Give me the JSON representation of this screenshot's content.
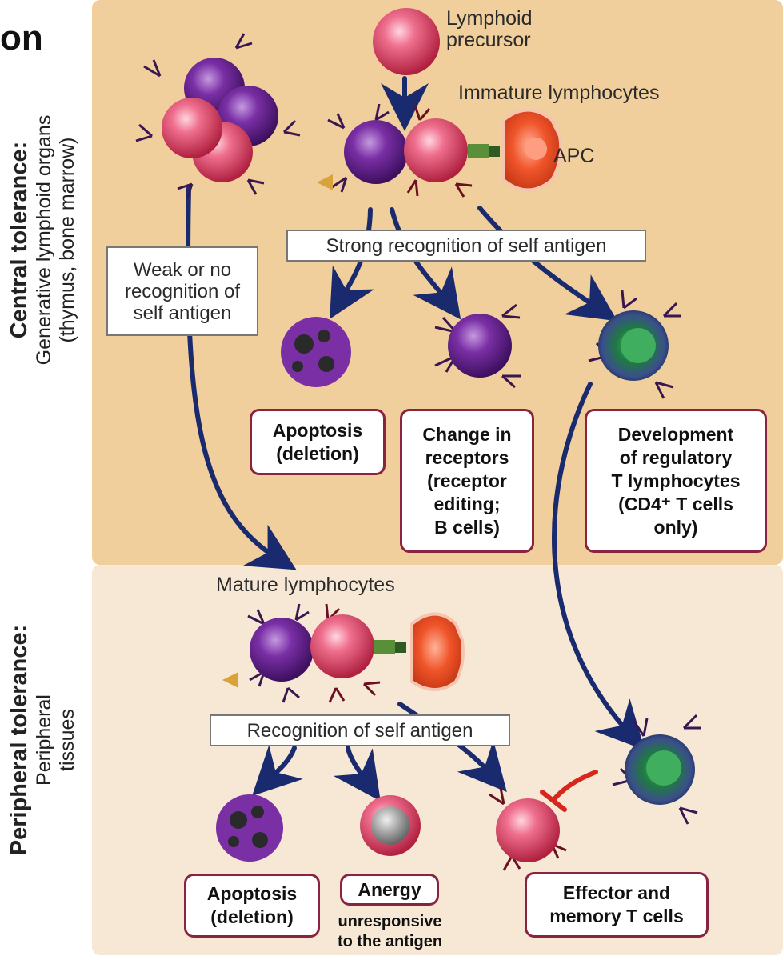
{
  "title_fragment": "on",
  "sections": {
    "central": {
      "heading": "Central tolerance:",
      "sub1": "Generative lymphoid organs",
      "sub2": "(thymus, bone marrow)"
    },
    "peripheral": {
      "heading": "Peripheral tolerance:",
      "sub1": "Peripheral",
      "sub2": "tissues"
    }
  },
  "labels": {
    "lymphoid_precursor": "Lymphoid\nprecursor",
    "immature_lymphocytes": "Immature lymphocytes",
    "apc": "APC",
    "strong_recognition": "Strong recognition of self antigen",
    "weak_recognition": "Weak or no\nrecognition of\nself antigen",
    "mature_lymphocytes": "Mature lymphocytes",
    "recognition": "Recognition of self antigen",
    "unresponsive": "unresponsive\nto the antigen"
  },
  "outcomes": {
    "apoptosis_central": "Apoptosis\n(deletion)",
    "receptor_editing": "Change in\nreceptors\n(receptor\nediting;\nB cells)",
    "regulatory": "Development\nof regulatory\nT lymphocytes\n(CD4⁺ T cells\nonly)",
    "apoptosis_peripheral": "Apoptosis\n(deletion)",
    "anergy": "Anergy",
    "effector": "Effector and\nmemory T cells"
  },
  "colors": {
    "central_bg": "#f0cf9c",
    "peripheral_bg": "#f7e8d6",
    "arrow": "#1a2a6e",
    "box_border": "#8a2340",
    "inhibit": "#d8261c"
  }
}
